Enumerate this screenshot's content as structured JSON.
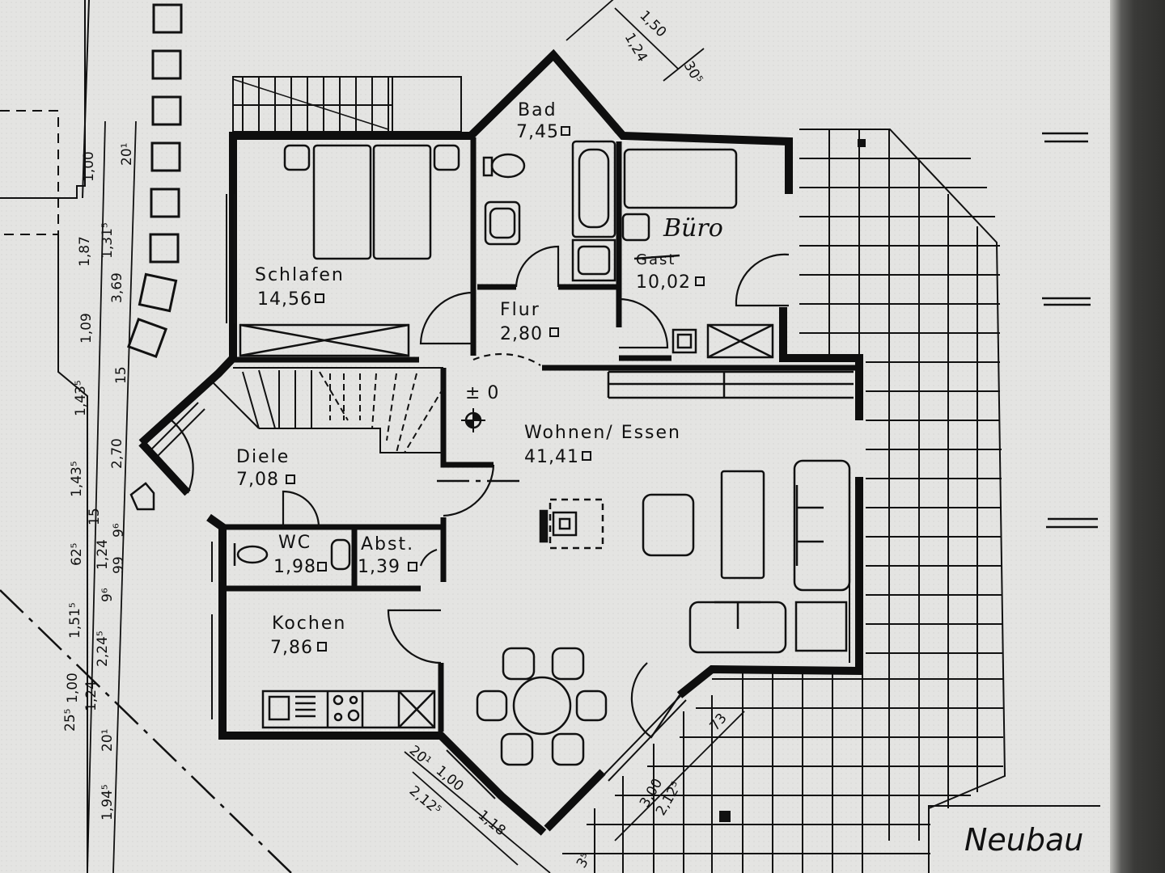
{
  "plan": {
    "title_block": "Neubau",
    "level_marker": "± 0",
    "rooms": [
      {
        "id": "bad",
        "name": "Bad",
        "area": "7,45"
      },
      {
        "id": "buero",
        "name": "Büro",
        "name_struck": "Gast",
        "area": "10,02"
      },
      {
        "id": "schlafen",
        "name": "Schlafen",
        "area": "14,56"
      },
      {
        "id": "flur",
        "name": "Flur",
        "area": "2,80"
      },
      {
        "id": "wohnen",
        "name": "Wohnen/ Essen",
        "area": "41,41"
      },
      {
        "id": "diele",
        "name": "Diele",
        "area": "7,08"
      },
      {
        "id": "wc",
        "name": "WC",
        "area": "1,98"
      },
      {
        "id": "abst",
        "name": "Abst.",
        "area": "1,39"
      },
      {
        "id": "kochen",
        "name": "Kochen",
        "area": "7,86"
      }
    ],
    "area_unit_symbol": "□",
    "dimensions": {
      "top_diagonal": [
        "1,50",
        "1,24",
        "30⁵"
      ],
      "left_outer": [
        "1,00",
        "1,87",
        "1,09",
        "1,43⁵",
        "1,43⁵",
        "62⁵",
        "15",
        "1,51⁵",
        "1,00",
        "25⁵"
      ],
      "left_middle": [
        "3,69",
        "1,31⁵",
        "2,70",
        "1,24",
        "2,24⁵",
        "1,24"
      ],
      "left_inner": [
        "20¹",
        "15",
        "9⁶",
        "99",
        "9⁶",
        "20¹",
        "1,94⁵"
      ],
      "bottom_diagonal": [
        "20¹",
        "1,00",
        "2,12⁵",
        "1,18"
      ],
      "bottom_right": [
        "3,00",
        "2,12⁵",
        "73",
        "3⁵"
      ]
    }
  }
}
